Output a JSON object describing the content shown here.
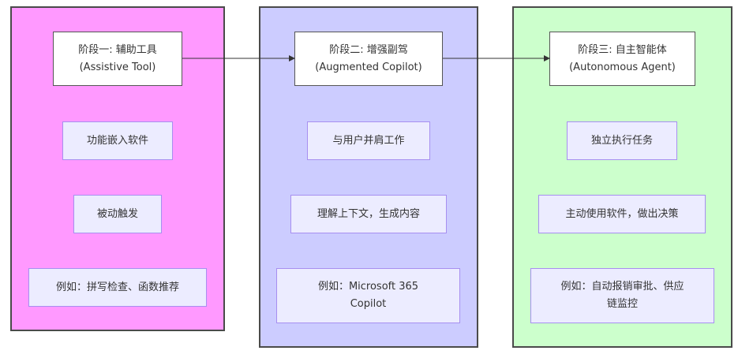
{
  "stages": [
    {
      "id": "assistive",
      "fill": "#ff99ff",
      "title_line1": "阶段一: 辅助工具",
      "title_line2": "(Assistive Tool)",
      "items": [
        "功能嵌入软件",
        "被动触发",
        "例如：拼写检查、函数推荐"
      ]
    },
    {
      "id": "copilot",
      "fill": "#ccccff",
      "title_line1": "阶段二: 增强副驾",
      "title_line2": "(Augmented Copilot)",
      "items": [
        "与用户并肩工作",
        "理解上下文，生成内容",
        "例如：Microsoft 365\nCopilot"
      ]
    },
    {
      "id": "agent",
      "fill": "#ccffcc",
      "title_line1": "阶段三: 自主智能体",
      "title_line2": "(Autonomous Agent)",
      "items": [
        "独立执行任务",
        "主动使用软件，做出决策",
        "例如：自动报销审批、供应\n链监控"
      ]
    }
  ],
  "edges": [
    {
      "from": "assistive",
      "to": "copilot"
    },
    {
      "from": "copilot",
      "to": "agent"
    }
  ],
  "colors": {
    "stage_border": "#4a4a4a",
    "title_fill": "#ffffff",
    "item_fill": "#ececff",
    "item_border": "#a78ff0",
    "edge": "#333333"
  }
}
